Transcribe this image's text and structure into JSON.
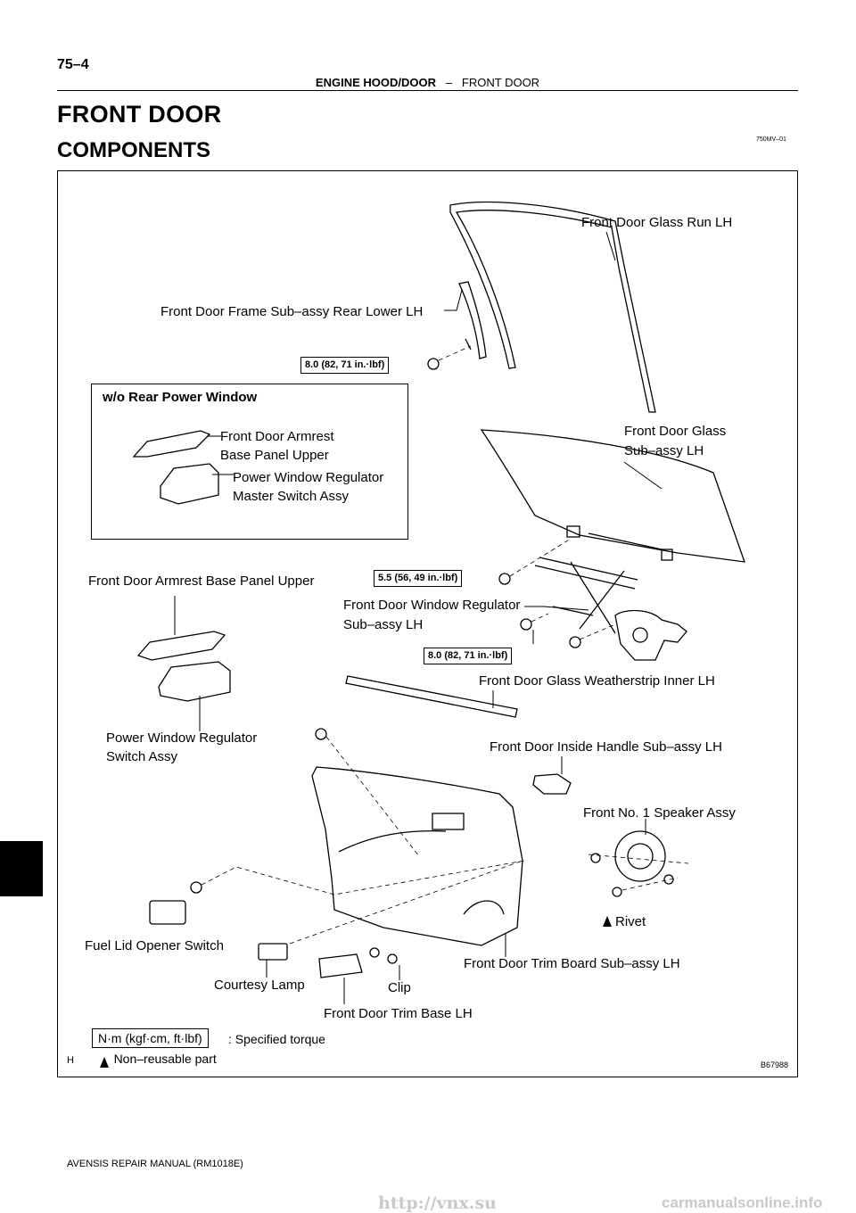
{
  "header": {
    "page_number": "75–4",
    "section": "ENGINE HOOD/DOOR",
    "separator": "–",
    "subsection": "FRONT DOOR"
  },
  "title": "FRONT DOOR",
  "subtitle": "COMPONENTS",
  "doc_code": "750MV–01",
  "labels": {
    "glass_run": "Front Door Glass Run LH",
    "frame_rear_lower": "Front Door Frame Sub–assy Rear Lower LH",
    "inset_title": "w/o Rear Power Window",
    "inset_armrest_1": "Front Door Armrest",
    "inset_armrest_2": "Base Panel Upper",
    "inset_master_1": "Power Window Regulator",
    "inset_master_2": "Master Switch Assy",
    "glass_1": "Front Door Glass",
    "glass_2": "Sub–assy LH",
    "armrest_main": "Front Door Armrest Base Panel Upper",
    "regulator_1": "Front Door Window Regulator",
    "regulator_2": "Sub–assy LH",
    "weatherstrip": "Front Door Glass Weatherstrip Inner LH",
    "pwr_switch_1": "Power Window Regulator",
    "pwr_switch_2": "Switch Assy",
    "inside_handle": "Front Door Inside Handle Sub–assy LH",
    "speaker": "Front No. 1 Speaker Assy",
    "rivet": "Rivet",
    "fuel_lid": "Fuel Lid Opener Switch",
    "trim_board": "Front Door Trim Board Sub–assy LH",
    "courtesy_lamp": "Courtesy Lamp",
    "clip": "Clip",
    "trim_base": "Front Door Trim Base LH"
  },
  "torques": {
    "t1": "8.0 (82, 71 in.·lbf)",
    "t2": "5.5 (56, 49 in.·lbf)",
    "t3": "8.0 (82, 71 in.·lbf)"
  },
  "legend": {
    "unit_box": "N·m (kgf·cm, ft·lbf)",
    "unit_text": ": Specified torque",
    "nonreusable": "Non–reusable part"
  },
  "corner_mark": "H",
  "figure_code": "B67988",
  "footer": "AVENSIS REPAIR MANUAL   (RM1018E)",
  "url": "http://vnx.su",
  "watermark": "carmanualsonline.info"
}
